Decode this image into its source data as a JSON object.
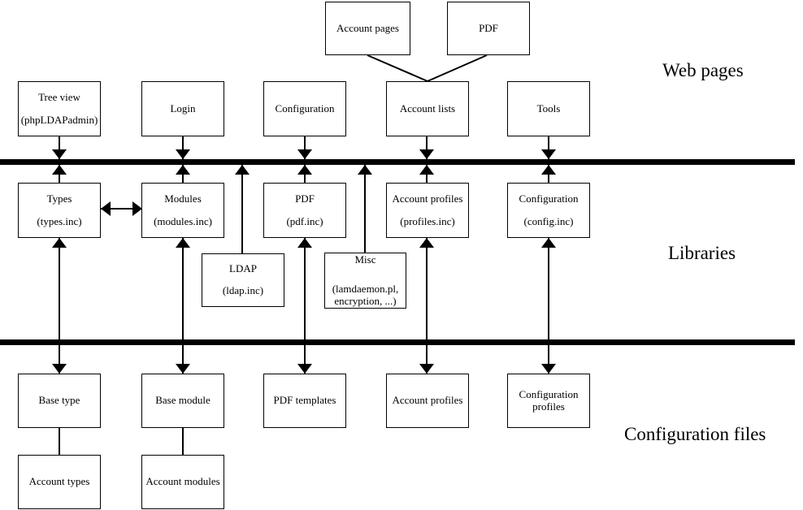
{
  "diagram": {
    "section_labels": {
      "web_pages": "Web pages",
      "libraries": "Libraries",
      "configuration_files": "Configuration files"
    },
    "boxes": {
      "account_pages": {
        "lines": [
          "Account pages"
        ]
      },
      "pdf_page": {
        "lines": [
          "PDF"
        ]
      },
      "tree_view": {
        "lines": [
          "Tree view",
          "(phpLDAPadmin)"
        ]
      },
      "login": {
        "lines": [
          "Login"
        ]
      },
      "configuration_page": {
        "lines": [
          "Configuration"
        ]
      },
      "account_lists": {
        "lines": [
          "Account lists"
        ]
      },
      "tools": {
        "lines": [
          "Tools"
        ]
      },
      "types": {
        "lines": [
          "Types",
          "(types.inc)"
        ]
      },
      "modules": {
        "lines": [
          "Modules",
          "(modules.inc)"
        ]
      },
      "pdf_lib": {
        "lines": [
          "PDF",
          "(pdf.inc)"
        ]
      },
      "account_profiles_lib": {
        "lines": [
          "Account profiles",
          "(profiles.inc)"
        ]
      },
      "configuration_lib": {
        "lines": [
          "Configuration",
          "(config.inc)"
        ]
      },
      "ldap": {
        "lines": [
          "LDAP",
          "(ldap.inc)"
        ]
      },
      "misc": {
        "lines": [
          "Misc",
          "(lamdaemon.pl,",
          "encryption, ...)"
        ]
      },
      "base_type": {
        "lines": [
          "Base type"
        ]
      },
      "base_module": {
        "lines": [
          "Base module"
        ]
      },
      "pdf_templates": {
        "lines": [
          "PDF templates"
        ]
      },
      "account_profiles_files": {
        "lines": [
          "Account profiles"
        ]
      },
      "configuration_profiles": {
        "lines": [
          "Configuration",
          "profiles"
        ]
      },
      "account_types": {
        "lines": [
          "Account types"
        ]
      },
      "account_modules": {
        "lines": [
          "Account modules"
        ]
      }
    },
    "colors": {
      "line": "#000000",
      "box_border": "#000000",
      "background": "#ffffff",
      "text": "#000000"
    }
  }
}
